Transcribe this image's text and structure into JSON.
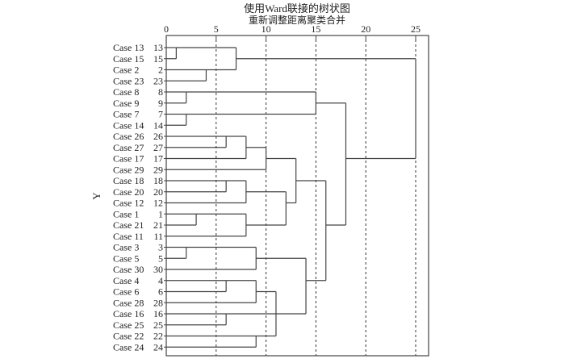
{
  "chart_data": {
    "type": "dendrogram",
    "title": "使用Ward联接的树状图",
    "subtitle": "重新调整距离聚类合并",
    "xlabel": "重新调整距离聚类合并",
    "ylabel": "Y",
    "xlim": [
      0,
      25
    ],
    "xticks": [
      0,
      5,
      10,
      15,
      20,
      25
    ],
    "grid": "dashed vertical lines at x ticks 5-25",
    "leaves": [
      {
        "label": "Case 13",
        "id": "13"
      },
      {
        "label": "Case 15",
        "id": "15"
      },
      {
        "label": "Case 2",
        "id": "2"
      },
      {
        "label": "Case 23",
        "id": "23"
      },
      {
        "label": "Case 8",
        "id": "8"
      },
      {
        "label": "Case 9",
        "id": "9"
      },
      {
        "label": "Case 7",
        "id": "7"
      },
      {
        "label": "Case 14",
        "id": "14"
      },
      {
        "label": "Case 26",
        "id": "26"
      },
      {
        "label": "Case 27",
        "id": "27"
      },
      {
        "label": "Case 17",
        "id": "17"
      },
      {
        "label": "Case 29",
        "id": "29"
      },
      {
        "label": "Case 18",
        "id": "18"
      },
      {
        "label": "Case 20",
        "id": "20"
      },
      {
        "label": "Case 12",
        "id": "12"
      },
      {
        "label": "Case 1",
        "id": "1"
      },
      {
        "label": "Case 21",
        "id": "21"
      },
      {
        "label": "Case 11",
        "id": "11"
      },
      {
        "label": "Case 3",
        "id": "3"
      },
      {
        "label": "Case 5",
        "id": "5"
      },
      {
        "label": "Case 30",
        "id": "30"
      },
      {
        "label": "Case 4",
        "id": "4"
      },
      {
        "label": "Case 6",
        "id": "6"
      },
      {
        "label": "Case 28",
        "id": "28"
      },
      {
        "label": "Case 16",
        "id": "16"
      },
      {
        "label": "Case 25",
        "id": "25"
      },
      {
        "label": "Case 22",
        "id": "22"
      },
      {
        "label": "Case 24",
        "id": "24"
      }
    ],
    "merges": [
      {
        "name": "A",
        "children": [
          "13",
          "15"
        ],
        "distance": 1
      },
      {
        "name": "B",
        "children": [
          "2",
          "23"
        ],
        "distance": 4
      },
      {
        "name": "C",
        "children": [
          "A",
          "B"
        ],
        "distance": 7
      },
      {
        "name": "D",
        "children": [
          "8",
          "9"
        ],
        "distance": 2
      },
      {
        "name": "E",
        "children": [
          "7",
          "14"
        ],
        "distance": 2
      },
      {
        "name": "F",
        "children": [
          "D",
          "E"
        ],
        "distance": 15
      },
      {
        "name": "G",
        "children": [
          "26",
          "27"
        ],
        "distance": 6
      },
      {
        "name": "H",
        "children": [
          "G",
          "17"
        ],
        "distance": 8
      },
      {
        "name": "I",
        "children": [
          "H",
          "29"
        ],
        "distance": 10
      },
      {
        "name": "J",
        "children": [
          "18",
          "20"
        ],
        "distance": 6
      },
      {
        "name": "K",
        "children": [
          "J",
          "12"
        ],
        "distance": 8
      },
      {
        "name": "L",
        "children": [
          "1",
          "21"
        ],
        "distance": 3
      },
      {
        "name": "M",
        "children": [
          "L",
          "11"
        ],
        "distance": 8
      },
      {
        "name": "N",
        "children": [
          "K",
          "M"
        ],
        "distance": 12
      },
      {
        "name": "O",
        "children": [
          "I",
          "N"
        ],
        "distance": 13
      },
      {
        "name": "P",
        "children": [
          "3",
          "5"
        ],
        "distance": 2
      },
      {
        "name": "Q",
        "children": [
          "P",
          "30"
        ],
        "distance": 9
      },
      {
        "name": "R",
        "children": [
          "4",
          "6"
        ],
        "distance": 6
      },
      {
        "name": "S",
        "children": [
          "R",
          "28"
        ],
        "distance": 9
      },
      {
        "name": "T",
        "children": [
          "16",
          "25"
        ],
        "distance": 6
      },
      {
        "name": "U",
        "children": [
          "22",
          "24"
        ],
        "distance": 9
      },
      {
        "name": "V",
        "children": [
          "S",
          "T",
          "U"
        ],
        "distance": 11
      },
      {
        "name": "W",
        "children": [
          "Q",
          "V"
        ],
        "distance": 14
      },
      {
        "name": "X",
        "children": [
          "O",
          "W"
        ],
        "distance": 16
      },
      {
        "name": "Y",
        "children": [
          "F",
          "X"
        ],
        "distance": 18
      },
      {
        "name": "Z",
        "children": [
          "C",
          "Y"
        ],
        "distance": 25
      }
    ]
  }
}
